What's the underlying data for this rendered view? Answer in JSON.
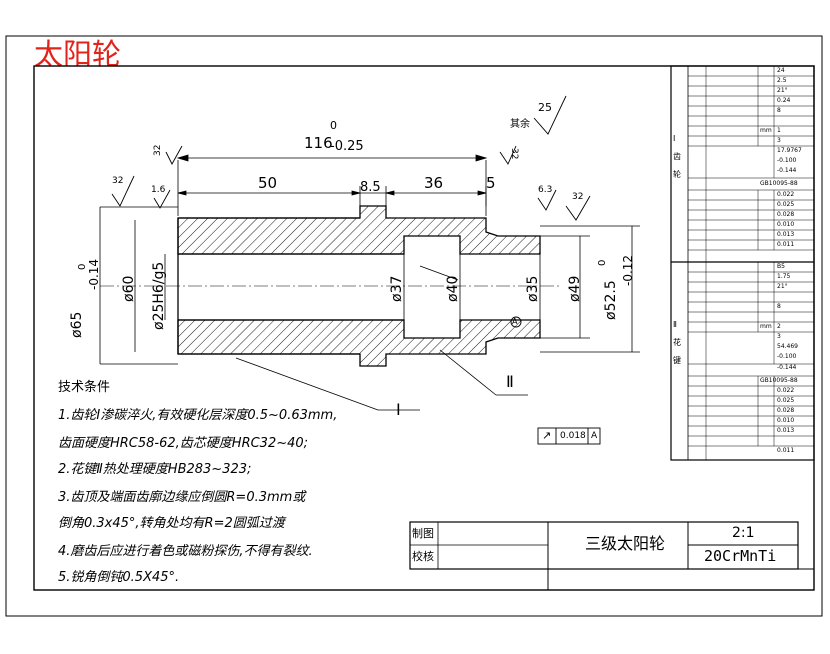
{
  "drawing_title": "太阳轮",
  "colors": {
    "title": "#e0241b",
    "line": "#000000",
    "hatch": "#000000"
  },
  "title_block": {
    "part_name": "三级太阳轮",
    "scale": "2:1",
    "material": "20CrMnTi",
    "drawn_label": "制图",
    "checked_label": "校核"
  },
  "dimensions": {
    "overall_length_main": "116",
    "overall_length_tol_upper": "0",
    "overall_length_tol_lower": "-0.25",
    "len_50": "50",
    "len_8_5": "8.5",
    "len_36": "36",
    "len_5": "5",
    "dia_65_main": "ø65",
    "dia_65_tol_upper": "0",
    "dia_65_tol_lower": "-0.14",
    "dia_60": "ø60",
    "dia_25": "ø25H6/g5",
    "dia_37": "ø37",
    "dia_40": "ø40",
    "dia_35": "ø35",
    "dia_49": "ø49",
    "dia_52_main": "ø52.5",
    "dia_52_tol_upper": "0",
    "dia_52_tol_lower": "-0.12"
  },
  "roughness": {
    "r32_left": "32",
    "r32_tl": "32",
    "r1_6": "1.6",
    "r32_tr": "32",
    "r6_3": "6.3",
    "r32_right": "32",
    "r25": "25",
    "rest_label": "其余"
  },
  "section_labels": {
    "gear1": "Ⅰ",
    "gear2": "Ⅱ"
  },
  "gdt": {
    "symbol": "↗",
    "value": "0.018",
    "datum": "A",
    "datum_marker": "A"
  },
  "notes": {
    "heading": "技术条件",
    "items": [
      "1.齿轮Ⅰ渗碳淬火,有效硬化层深度0.5~0.63mm,",
      "齿面硬度HRC58-62,齿芯硬度HRC32~40;",
      "2.花键Ⅱ热处理硬度HB283~323;",
      "3.齿顶及端面齿廓边缘应倒圆R=0.3mm或",
      "倒角0.3x45°,转角处均有R=2圆弧过渡",
      "4.磨齿后应进行着色或磁粉探伤,不得有裂纹.",
      "5.锐角倒钝0.5X45°."
    ]
  },
  "param_table": {
    "gear1_label": "Ⅰ 齿轮",
    "gear2_label": "Ⅱ 花键",
    "gear1_values": [
      "24",
      "2.5",
      "21°",
      "0.24",
      "8",
      "1",
      "3",
      "17.9767",
      "-0.100",
      "-0.144"
    ],
    "gear1_std": "GB10095-88",
    "gear1_accuracy": [
      "0.022",
      "0.025",
      "0.028",
      "0.010",
      "0.013",
      "0.011"
    ],
    "gear2_values": [
      "B5",
      "1.75",
      "21°",
      "8",
      "2",
      "3",
      "54.469",
      "-0.100",
      "-0.144"
    ],
    "gear2_std": "GB10095-88",
    "gear2_accuracy": [
      "0.022",
      "0.025",
      "0.028",
      "0.010",
      "0.013",
      "0.011"
    ],
    "m_label": "mm"
  }
}
